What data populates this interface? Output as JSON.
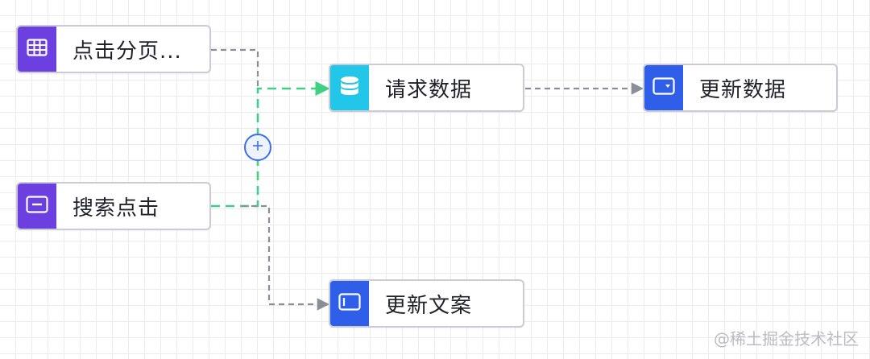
{
  "colors": {
    "grid_line": "#ececec",
    "node_border": "#c9ccd6",
    "purple_badge": "#6b3fe0",
    "cyan_badge": "#21c6e8",
    "blue_badge": "#2f5fe8",
    "edge_gray": "#8a8e99",
    "edge_green": "#3fd083",
    "add_button_border": "#3d6ee8"
  },
  "nodes": {
    "click_paging": {
      "label": "点击分页...",
      "icon": "table-icon",
      "badge_color": "#6b3fe0"
    },
    "search_click": {
      "label": "搜索点击",
      "icon": "input-field-icon",
      "badge_color": "#6b3fe0"
    },
    "request_data": {
      "label": "请求数据",
      "icon": "database-icon",
      "badge_color": "#21c6e8"
    },
    "update_data": {
      "label": "更新数据",
      "icon": "select-dropdown-icon",
      "badge_color": "#2f5fe8"
    },
    "update_copy": {
      "label": "更新文案",
      "icon": "text-field-icon",
      "badge_color": "#2f5fe8"
    }
  },
  "edges": [
    {
      "from": "点击分页...",
      "to": "请求数据",
      "style": "dashed",
      "color": "gray"
    },
    {
      "from": "搜索点击",
      "to": "请求数据",
      "style": "dashed",
      "color": "green"
    },
    {
      "from": "请求数据",
      "to": "更新数据",
      "style": "dashed",
      "color": "gray"
    },
    {
      "from": "搜索点击",
      "to": "更新文案",
      "style": "dashed",
      "color": "gray"
    }
  ],
  "add_button": {
    "icon": "plus-icon"
  },
  "watermark": {
    "text": "@稀土掘金技术社区"
  }
}
